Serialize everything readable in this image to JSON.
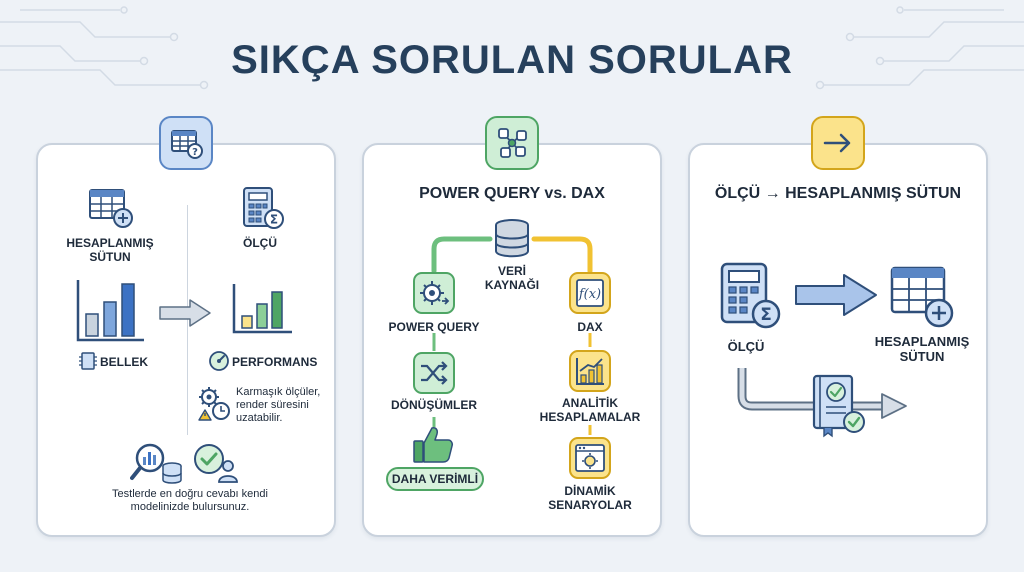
{
  "title": "SIKÇA SORULAN SORULAR",
  "panel1": {
    "calc_column_label": "HESAPLANMIŞ SÜTUN",
    "measure_label": "ÖLÇÜ",
    "memory_label": "BELLEK",
    "performance_label": "PERFORMANS",
    "warning_text": "Karmaşık ölçüler, render süresini uzatabilir.",
    "footer_text": "Testlerde en doğru cevabı kendi modelinizde bulursunuz."
  },
  "panel2": {
    "heading": "POWER QUERY vs. DAX",
    "data_source_label": "VERİ KAYNAĞI",
    "power_query_label": "POWER QUERY",
    "transformations_label": "DÖNÜŞÜMLER",
    "more_efficient_label": "DAHA VERİMLİ",
    "dax_label": "DAX",
    "analytic_label": "ANALİTİK HESAPLAMALAR",
    "dynamic_label": "DİNAMİK SENARYOLAR"
  },
  "panel3": {
    "heading": "ÖLÇÜ → HESAPLANMIŞ SÜTUN",
    "measure_label": "ÖLÇÜ",
    "calc_column_label": "HESAPLANMIŞ SÜTUN"
  },
  "colors": {
    "blue": "#5a86c5",
    "green": "#4ea564",
    "yellow": "#e6b729",
    "navy": "#26405c"
  }
}
